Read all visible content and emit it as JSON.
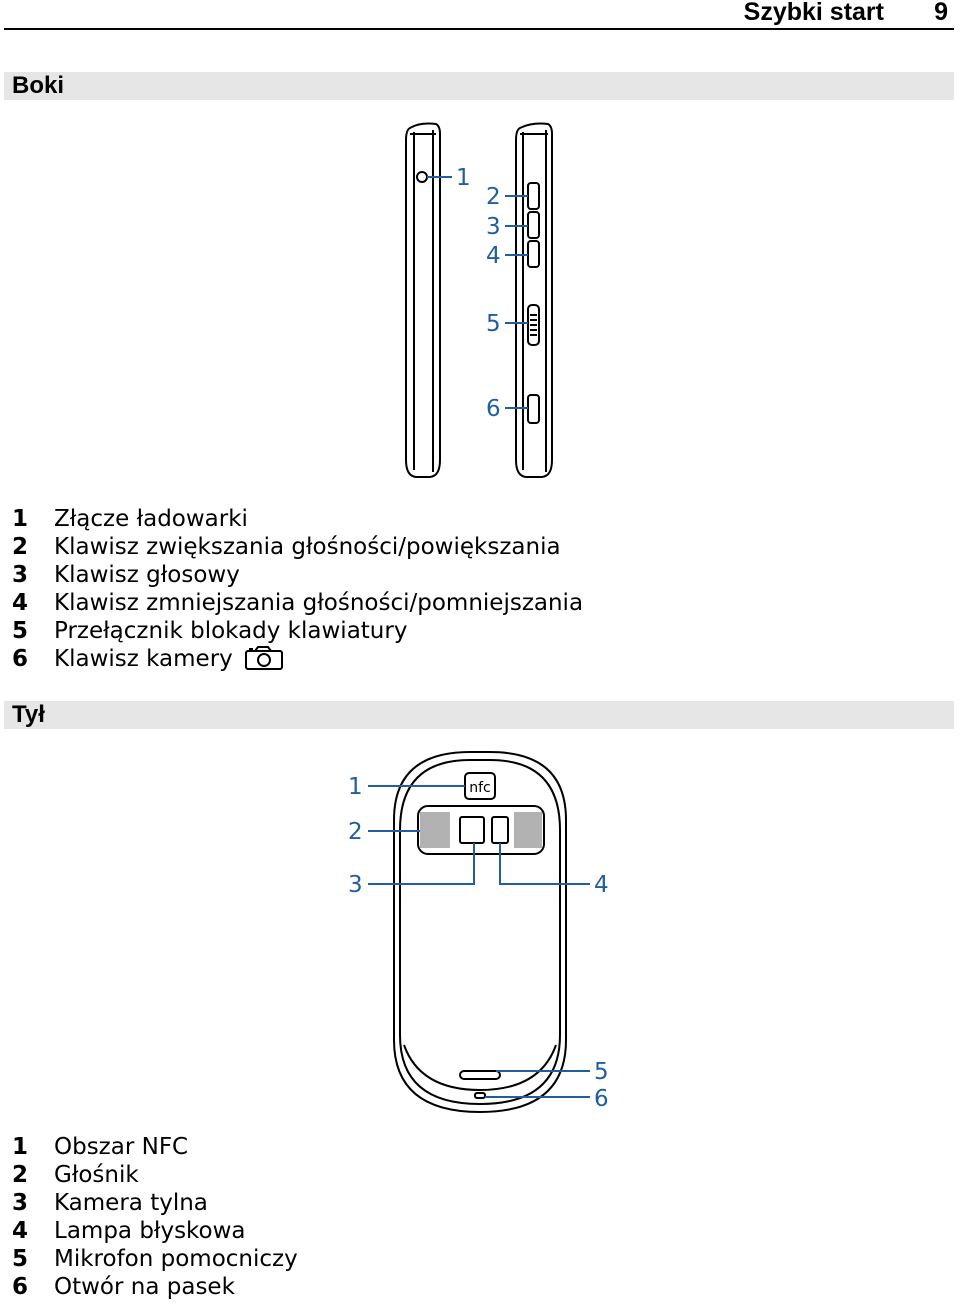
{
  "header": {
    "title": "Szybki start",
    "page_number": "9"
  },
  "sides": {
    "heading": "Boki",
    "callouts": [
      "1",
      "2",
      "3",
      "4",
      "5",
      "6"
    ],
    "legend": [
      {
        "num": "1",
        "text": "Złącze ładowarki"
      },
      {
        "num": "2",
        "text": "Klawisz zwiększania głośności/powiększania"
      },
      {
        "num": "3",
        "text": "Klawisz głosowy"
      },
      {
        "num": "4",
        "text": "Klawisz zmniejszania głośności/pomniejszania"
      },
      {
        "num": "5",
        "text": "Przełącznik blokady klawiatury"
      },
      {
        "num": "6",
        "text": "Klawisz kamery"
      }
    ]
  },
  "back": {
    "heading": "Tył",
    "nfc_label": "nfc",
    "callouts": [
      "1",
      "2",
      "3",
      "4",
      "5",
      "6"
    ],
    "legend": [
      {
        "num": "1",
        "text": "Obszar NFC"
      },
      {
        "num": "2",
        "text": "Głośnik"
      },
      {
        "num": "3",
        "text": "Kamera tylna"
      },
      {
        "num": "4",
        "text": "Lampa błyskowa"
      },
      {
        "num": "5",
        "text": "Mikrofon pomocniczy"
      },
      {
        "num": "6",
        "text": "Otwór na pasek"
      }
    ]
  },
  "colors": {
    "callout": "#1f5fa0",
    "section_bar": "#e6e6e6"
  }
}
